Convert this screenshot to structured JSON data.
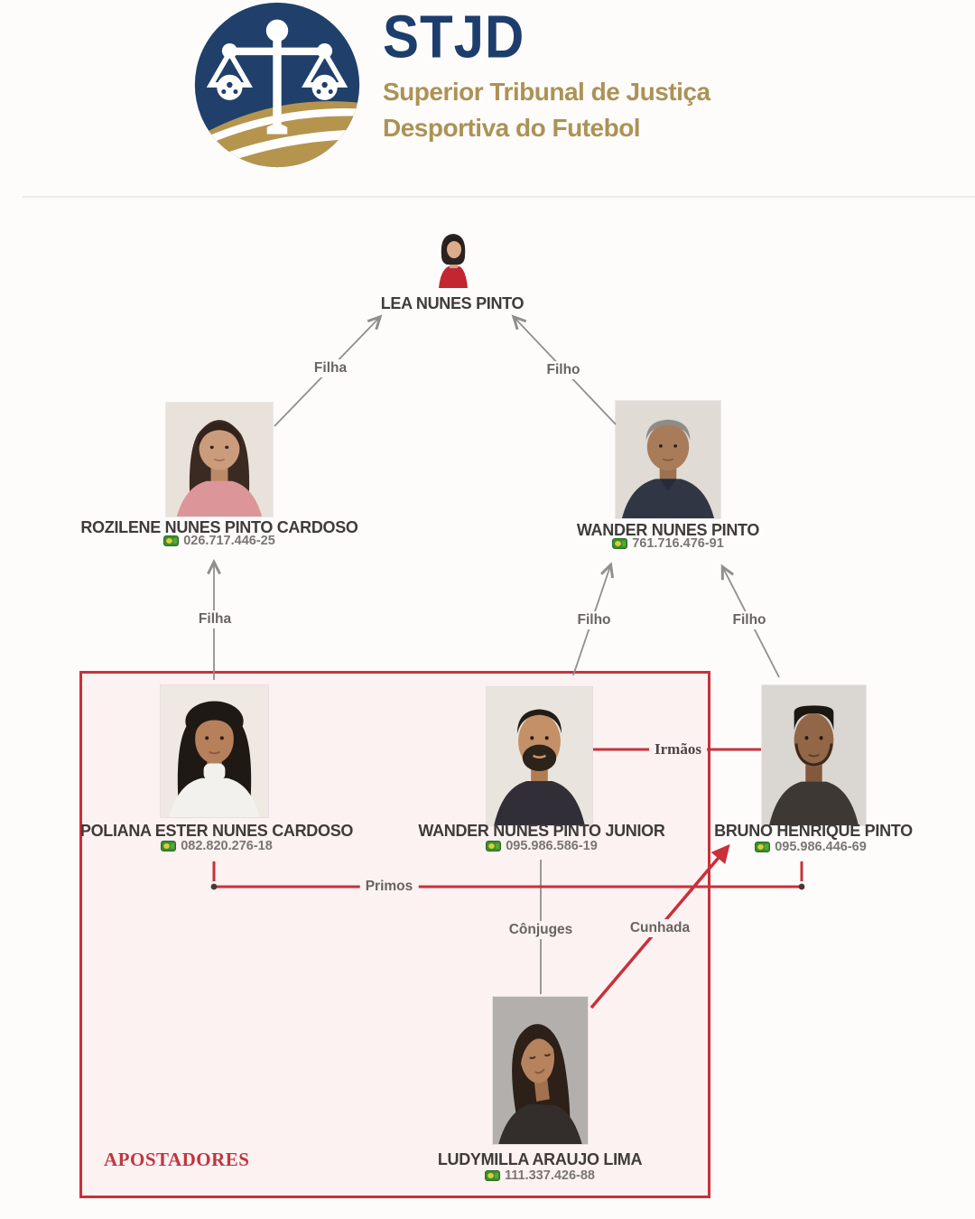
{
  "header": {
    "org_abbr": "STJD",
    "org_name_line1": "Superior Tribunal de Justiça",
    "org_name_line2": "Desportiva do Futebol",
    "logo_icon": "scales-of-justice-soccer-logo",
    "brand_navy": "#1d3e6d",
    "brand_gold": "#ac9254"
  },
  "diagram": {
    "accent_red": "#c9303a",
    "line_gray": "#8f8f8f",
    "group_box_label": "APOSTADORES",
    "persons": [
      {
        "id": "lea",
        "name": "LEA NUNES PINTO",
        "cpf": ""
      },
      {
        "id": "rozilene",
        "name": "ROZILENE NUNES PINTO CARDOSO",
        "cpf": "026.717.446-25"
      },
      {
        "id": "wander",
        "name": "WANDER NUNES PINTO",
        "cpf": "761.716.476-91"
      },
      {
        "id": "poliana",
        "name": "POLIANA ESTER NUNES CARDOSO",
        "cpf": "082.820.276-18"
      },
      {
        "id": "wander_junior",
        "name": "WANDER NUNES PINTO JUNIOR",
        "cpf": "095.986.586-19"
      },
      {
        "id": "bruno",
        "name": "BRUNO HENRIQUE PINTO",
        "cpf": "095.986.446-69"
      },
      {
        "id": "ludymilla",
        "name": "LUDYMILLA ARAUJO LIMA",
        "cpf": "111.337.426-88"
      }
    ],
    "relations": {
      "filha_top": "Filha",
      "filho_top": "Filho",
      "filha_mid": "Filha",
      "filho_mid": "Filho",
      "filho_right": "Filho",
      "irmaos": "Irmãos",
      "primos": "Primos",
      "conjuges": "Cônjuges",
      "cunhada": "Cunhada"
    }
  }
}
